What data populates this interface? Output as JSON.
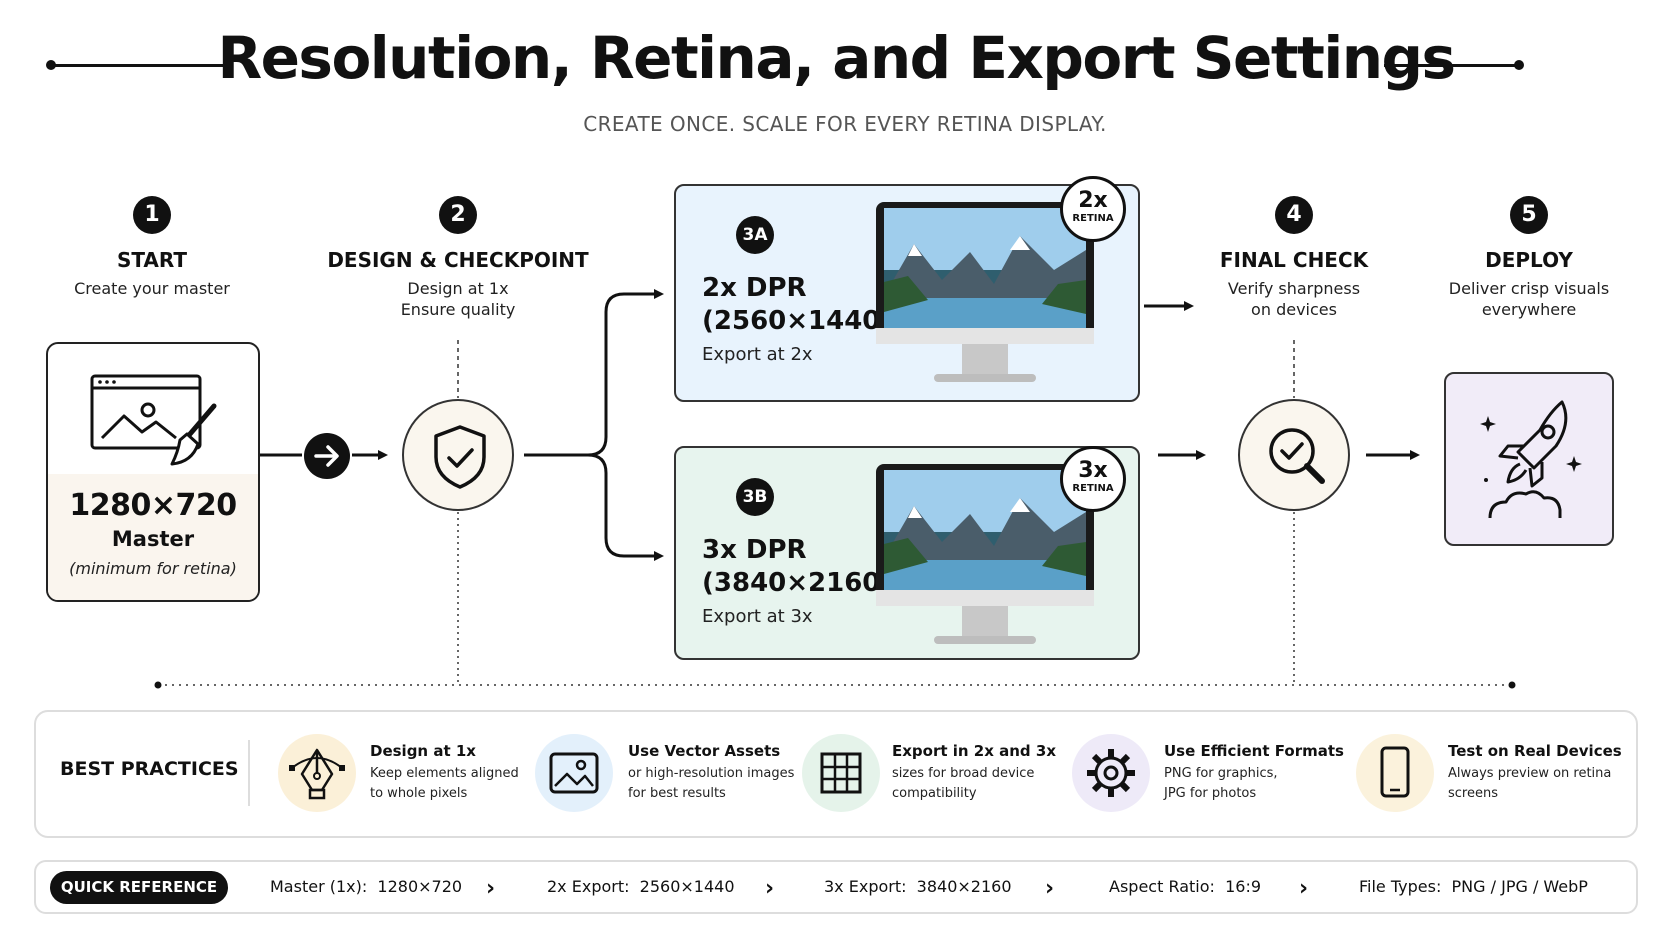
{
  "header": {
    "title": "Resolution, Retina, and Export Settings",
    "subtitle": "CREATE ONCE. SCALE FOR EVERY RETINA DISPLAY."
  },
  "steps": [
    {
      "num": "1",
      "title": "START",
      "desc": "Create your master"
    },
    {
      "num": "2",
      "title": "DESIGN & CHECKPOINT",
      "desc1": "Design at 1x",
      "desc2": "Ensure quality"
    },
    {
      "num": "4",
      "title": "FINAL CHECK",
      "desc1": "Verify sharpness",
      "desc2": "on devices"
    },
    {
      "num": "5",
      "title": "DEPLOY",
      "desc1": "Deliver crisp visuals",
      "desc2": "everywhere"
    }
  ],
  "master": {
    "resolution": "1280×720",
    "label": "Master",
    "note": "(minimum for retina)"
  },
  "exports": [
    {
      "badge": "3A",
      "title1": "2x DPR",
      "title2": "(2560×1440)",
      "export": "Export at 2x",
      "retina_scale": "2x",
      "retina_label": "RETINA",
      "bg": "#e8f3fd"
    },
    {
      "badge": "3B",
      "title1": "3x DPR",
      "title2": "(3840×2160)",
      "export": "Export at 3x",
      "retina_scale": "3x",
      "retina_label": "RETINA",
      "bg": "#e7f4ee"
    }
  ],
  "best_practices": {
    "title": "BEST PRACTICES",
    "items": [
      {
        "head": "Design at 1x",
        "line1": "Keep elements aligned",
        "line2": "to whole pixels",
        "icon": "pen-tool-icon",
        "color": "#fbf0d8"
      },
      {
        "head": "Use Vector Assets",
        "line1": "or high-resolution images",
        "line2": "for best results",
        "icon": "image-icon",
        "color": "#e3f0fb"
      },
      {
        "head": "Export in 2x and 3x",
        "line1": "sizes for broad device",
        "line2": "compatibility",
        "icon": "grid-icon",
        "color": "#e5f3ea"
      },
      {
        "head": "Use Efficient Formats",
        "line1": "PNG for graphics,",
        "line2": "JPG for photos",
        "icon": "gear-icon",
        "color": "#eeeaf8"
      },
      {
        "head": "Test on Real Devices",
        "line1": "Always preview on retina",
        "line2": "screens",
        "icon": "phone-icon",
        "color": "#fbf2dc"
      }
    ]
  },
  "quick_reference": {
    "label": "QUICK REFERENCE",
    "items": [
      {
        "key": "Master (1x):",
        "value": "1280×720"
      },
      {
        "key": "2x Export:",
        "value": "2560×1440"
      },
      {
        "key": "3x Export:",
        "value": "3840×2160"
      },
      {
        "key": "Aspect Ratio:",
        "value": "16:9"
      },
      {
        "key": "File Types:",
        "value": "PNG / JPG / WebP"
      }
    ]
  }
}
